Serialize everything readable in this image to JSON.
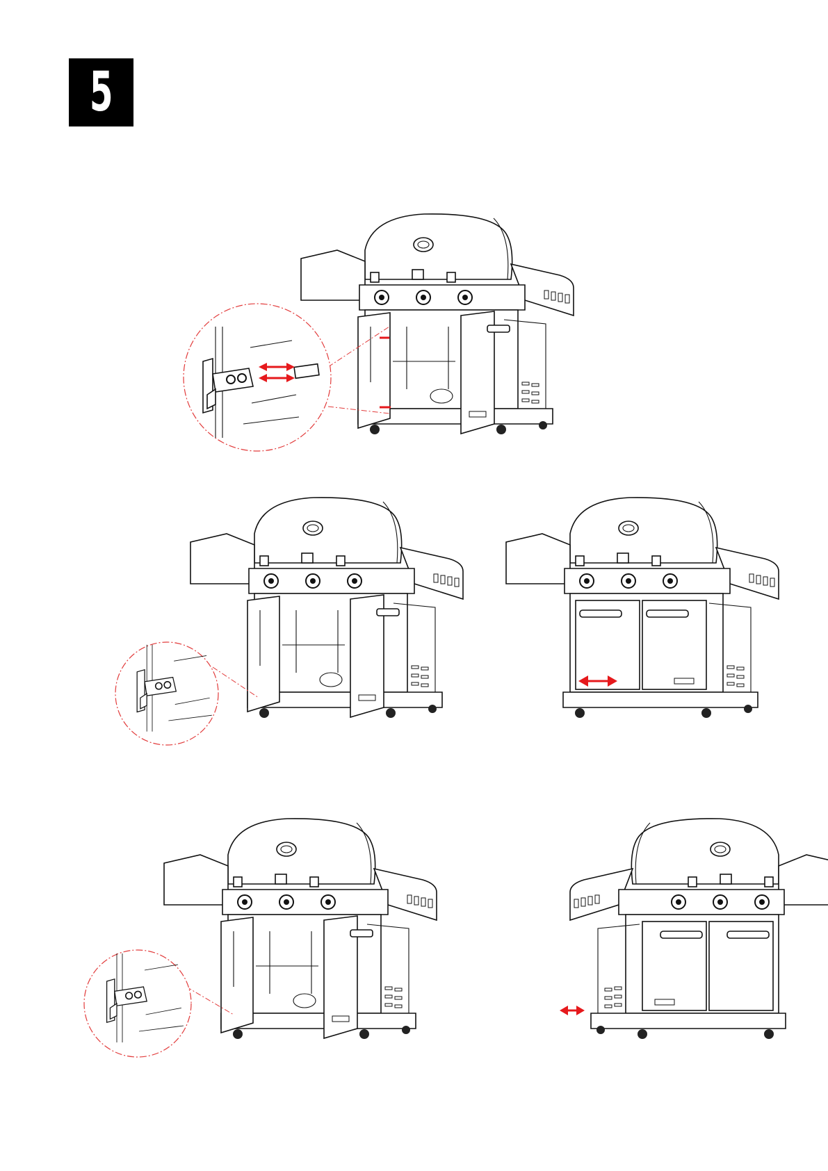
{
  "step": {
    "number": "5"
  },
  "colors": {
    "arrow": "#e6191c",
    "callout_circle": "#e23b3b",
    "line_art": "#111111",
    "badge_background": "#000000"
  },
  "illustrations": [
    {
      "id": "fig-1",
      "view": "front-doors-open",
      "detail_callout": "hinge-pin-insert",
      "arrow": "double-horizontal"
    },
    {
      "id": "fig-2a",
      "view": "front-doors-open",
      "detail_callout": "hinge-closeup",
      "arrow": "none"
    },
    {
      "id": "fig-2b",
      "view": "front-doors-closed",
      "detail_callout": "none",
      "arrow": "double-horizontal"
    },
    {
      "id": "fig-3a",
      "view": "front-doors-open",
      "detail_callout": "hinge-closeup",
      "arrow": "none"
    },
    {
      "id": "fig-3b",
      "view": "side-doors-closed",
      "detail_callout": "none",
      "arrow": "double-horizontal"
    }
  ]
}
